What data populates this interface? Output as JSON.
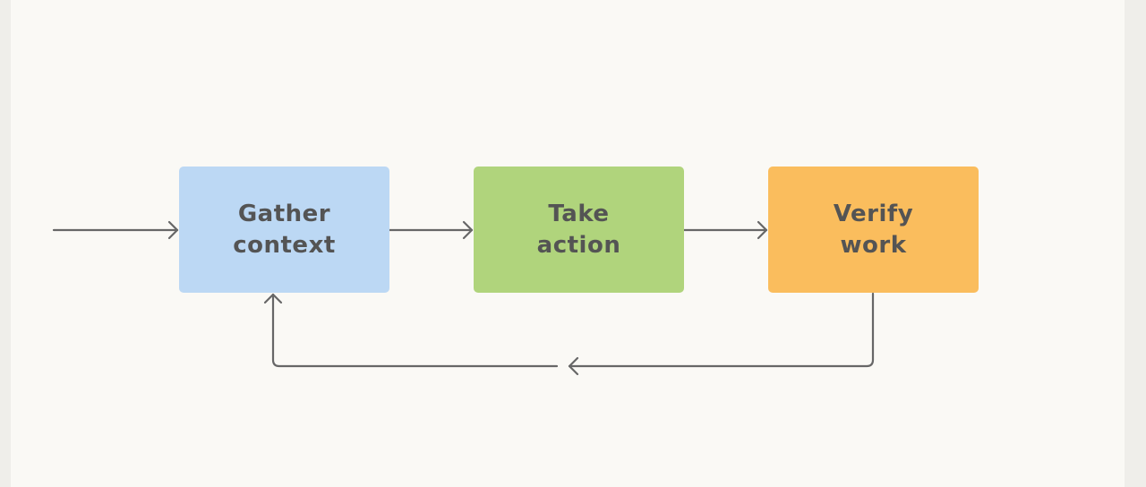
{
  "diagram": {
    "steps": [
      {
        "label": "Gather\ncontext",
        "color": "#bcd8f4"
      },
      {
        "label": "Take\naction",
        "color": "#b0d47c"
      },
      {
        "label": "Verify\nwork",
        "color": "#fabd5d"
      }
    ],
    "connector_color": "#676767",
    "background_color": "#faf9f5"
  }
}
